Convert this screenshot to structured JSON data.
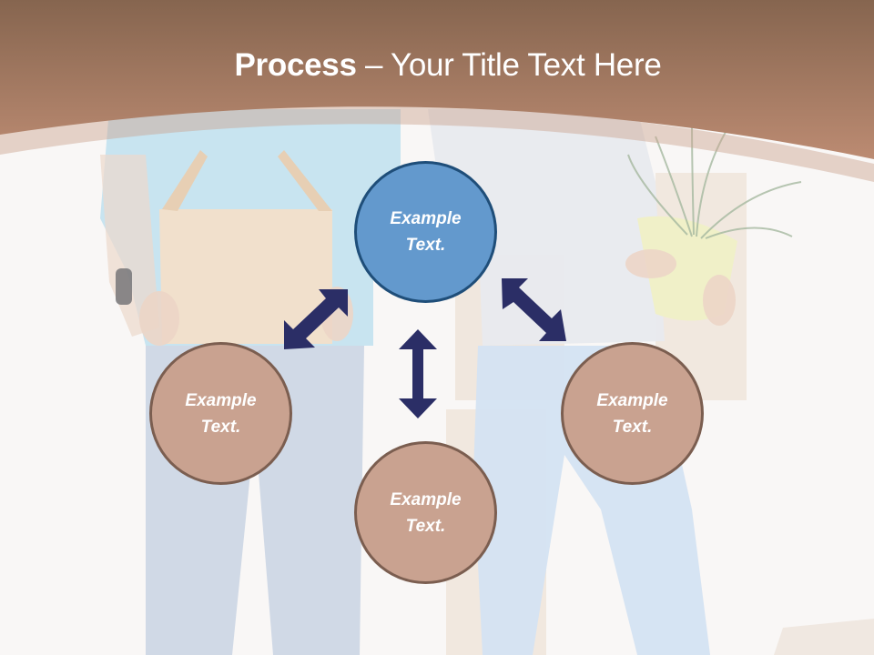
{
  "slide": {
    "title_bold": "Process",
    "title_rest": " – Your Title Text Here"
  },
  "colors": {
    "header_top": "#86654f",
    "header_bottom": "#bc8b72",
    "center_circle_fill": "#6399cd",
    "center_circle_border": "#1f4e79",
    "outer_circle_fill": "#c9a290",
    "outer_circle_border": "#7b5e50",
    "arrow": "#2b2e66",
    "text": "#ffffff"
  },
  "diagram": {
    "center": {
      "line1": "Example",
      "line2": "Text."
    },
    "nodes": [
      {
        "position": "left",
        "line1": "Example",
        "line2": "Text."
      },
      {
        "position": "bottom",
        "line1": "Example",
        "line2": "Text."
      },
      {
        "position": "right",
        "line1": "Example",
        "line2": "Text."
      }
    ],
    "arrows": [
      {
        "name": "center-to-left",
        "direction": "diagonal-bidirectional"
      },
      {
        "name": "center-to-bottom",
        "direction": "vertical-bidirectional"
      },
      {
        "name": "center-to-right",
        "direction": "diagonal-bidirectional"
      }
    ]
  }
}
